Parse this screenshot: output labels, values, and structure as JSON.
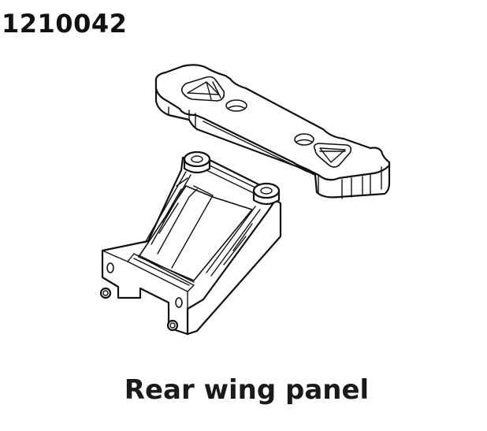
{
  "header": {
    "part_number": "1210042"
  },
  "caption": {
    "title": "Rear wing panel"
  },
  "illustration": {
    "parts": [
      {
        "name": "wing-plate",
        "description": "dog-bone shaped plate with two triangular pockets and two round holes"
      },
      {
        "name": "wing-mount-bracket",
        "description": "rectangular bracket frame with two top bolt bosses and side pins"
      }
    ],
    "line_color": "#111111",
    "background": "#ffffff"
  }
}
